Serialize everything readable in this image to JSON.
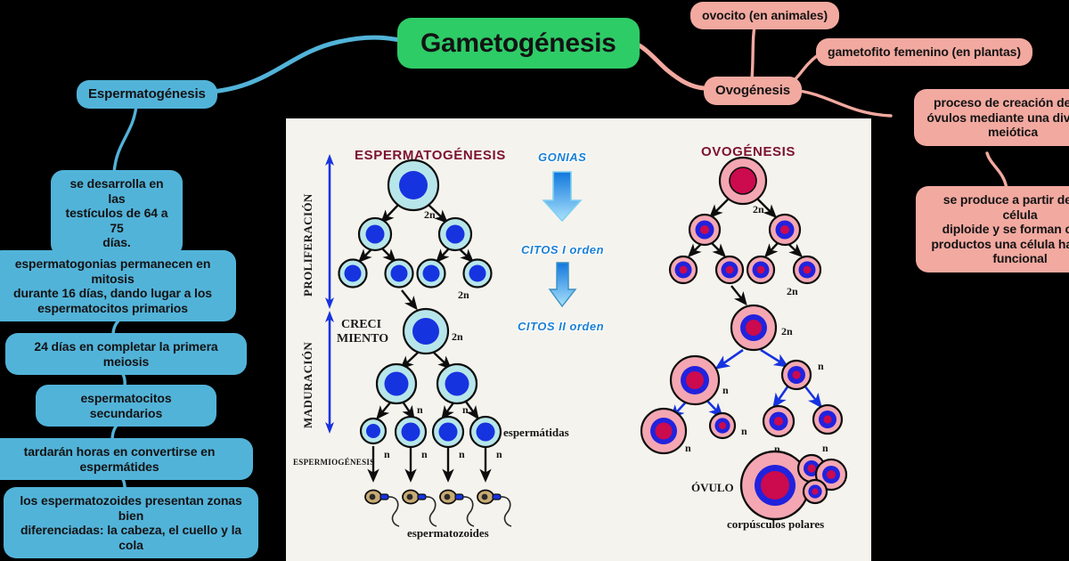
{
  "colors": {
    "background": "#000000",
    "title_node": "#2ecc67",
    "blue_branch": "#52b3d9",
    "pink_branch": "#f2a9a0",
    "diagram_paper": "#f3f1ea",
    "diagram_heading": "#7c1230",
    "arrow_blue": "#1633e0",
    "gonia_blue": "#1a7fd4"
  },
  "title": {
    "label": "Gametogénesis"
  },
  "branches": {
    "spermatogenesis": {
      "root": "Espermatogénesis",
      "steps": [
        "se desarrolla en las\ntestículos de 64 a 75\ndías.",
        "espermatogonias permanecen en mitosis\ndurante 16 días, dando lugar a los\nespermatocitos primarios",
        "24 días en completar la primera meiosis",
        "espermatocitos secundarios",
        "tardarán horas en convertirse en espermátides",
        "los espermatozoides presentan zonas bien\ndiferenciadas: la cabeza, el cuello y la cola"
      ]
    },
    "ovogenesis": {
      "root": "Ovogénesis",
      "children": [
        "ovocito (en animales)",
        "gametofito femenino (en plantas)"
      ],
      "steps": [
        "proceso de creación de los\nóvulos mediante una división\nmeiótica",
        "se produce a partir de una célula\ndiploide y se forman como\nproductos una célula haploide\nfuncional"
      ]
    }
  },
  "diagram": {
    "headings": {
      "left": "ESPERMATOGÉNESIS",
      "right": "OVOGÉNESIS"
    },
    "axis": {
      "top": "PROLIFERACIÓN",
      "bottom": "MADURACIÓN"
    },
    "stages": {
      "growth_line1": "CRECI",
      "growth_line2": "MIENTO",
      "spermiogenesis": "ESPERMIOGÉNESIS"
    },
    "center_column": {
      "top": "GONIAS",
      "middle": "CITOS I orden",
      "bottom": "CITOS II orden"
    },
    "captions": {
      "spermatids": "espermátidas",
      "spermatozoa": "espermatozoides",
      "ovum": "ÓVULO",
      "polar_bodies": "corpúsculos polares"
    },
    "ploidy": {
      "diploid": "2n",
      "haploid": "n"
    },
    "left_ploidy_labels": [
      "2n",
      "2n",
      "2n",
      "n",
      "n",
      "n",
      "n",
      "n",
      "n"
    ],
    "right_ploidy_labels": [
      "2n",
      "2n",
      "2n",
      "n",
      "n",
      "n",
      "n",
      "n",
      "n"
    ]
  }
}
